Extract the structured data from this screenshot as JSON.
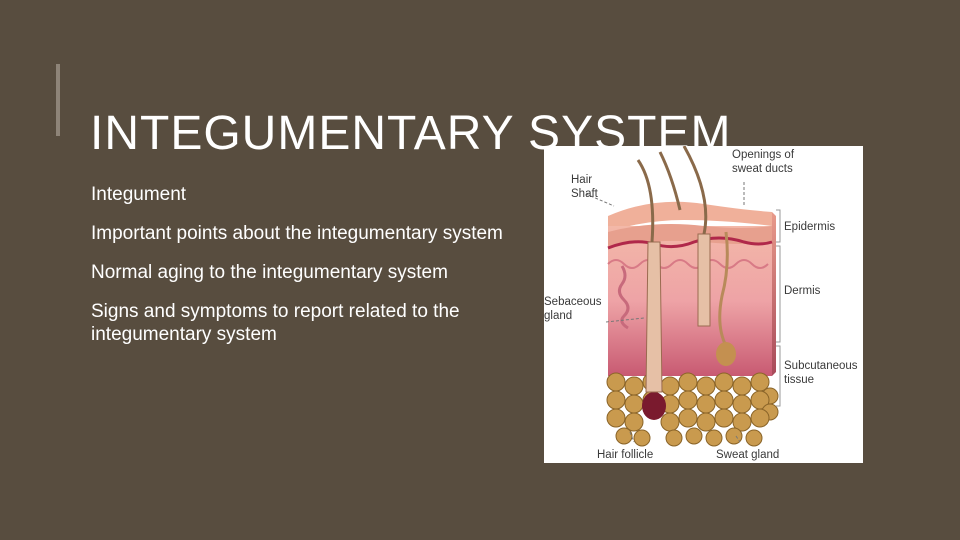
{
  "slide": {
    "title": "INTEGUMENTARY SYSTEM",
    "bullets": [
      "Integument",
      "Important points about the integumentary system",
      "Normal aging to the integumentary system",
      "Signs and symptoms to report related to the integumentary system"
    ]
  },
  "figure": {
    "labels": {
      "openings_line1": "Openings of",
      "openings_line2": "sweat ducts",
      "hair_line1": "Hair",
      "hair_line2": "Shaft",
      "epidermis": "Epidermis",
      "dermis": "Dermis",
      "sebaceous_line1": "Sebaceous",
      "sebaceous_line2": "gland",
      "subcutaneous_line1": "Subcutaneous",
      "subcutaneous_line2": "tissue",
      "hair_follicle": "Hair follicle",
      "sweat_gland": "Sweat gland"
    }
  }
}
